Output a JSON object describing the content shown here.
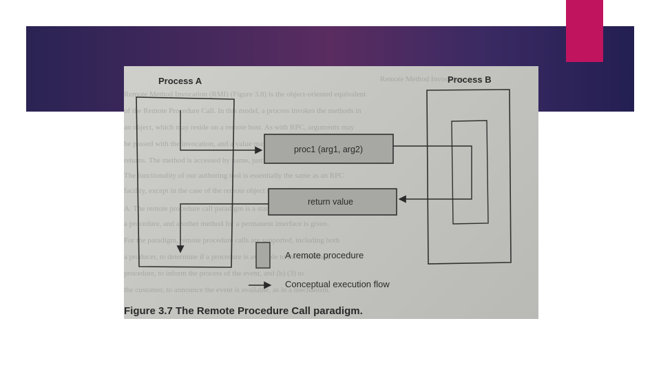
{
  "slide": {
    "banner_color": "#3b2a63",
    "accent_color": "#c0145f"
  },
  "figure": {
    "process_a": "Process A",
    "process_b": "Process B",
    "call_box": "proc1 (arg1, arg2)",
    "return_box": "return value",
    "legend_remote": "A remote procedure",
    "legend_flow": "Conceptual execution flow",
    "caption": "Figure 3.7 The Remote Procedure Call paradigm.",
    "bleed_text": [
      "Remote Method Invocation",
      "Remote Method Invocation (RMI) (Figure 3.8) is the object-oriented equivalent",
      "of the Remote Procedure Call. In this model, a process invokes the methods in",
      "an object, which may reside on a remote host. As with RPC, arguments may",
      "be passed with the invocation, and a value may be returned when the method",
      "returns. The method is accessed by name, just as in RPC.",
      "The functionality of our authoring tool is essentially the same as an RPC",
      "facility, except in the case of the remote object method invocation.",
      "A. The remote procedure call paradigm is a standard method for invoking",
      "a procedure, and another method for a permanent interface is given.",
      "For the paradigm, remote procedure calls are supported, including both",
      "a producer, to determine if a procedure is available to the consumer.",
      "procedure, to inform the process of the event, and (b) (3) to",
      "the customer, to announce the event is available, as in a mechanism."
    ]
  }
}
